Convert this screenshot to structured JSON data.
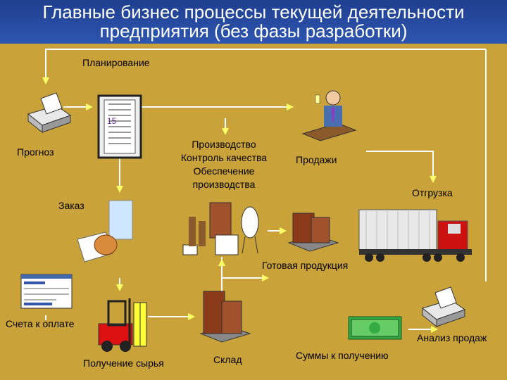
{
  "title": {
    "line1": "Главные бизнес процессы текущей деятельности",
    "line2": "предприятия (без фазы  разработки)"
  },
  "labels": {
    "planning": "Планирование",
    "forecast": "Прогноз",
    "production_l1": "Производство",
    "production_l2": "Контроль качества",
    "production_l3": "Обеспечение",
    "production_l4": "производства",
    "sales": "Продажи",
    "shipping": "Отгрузка",
    "order": "Заказ",
    "finished_goods": "Готовая продукция",
    "invoices": "Счета к оплате",
    "sales_analysis": "Анализ продаж",
    "raw_receipt": "Получение сырья",
    "warehouse": "Склад",
    "receivables": "Суммы к получению",
    "binder_number": "15"
  },
  "colors": {
    "background": "#c9a23a",
    "title_bg": "#2a4fa8",
    "arrow": "#ffff66",
    "line": "#ffffff"
  }
}
